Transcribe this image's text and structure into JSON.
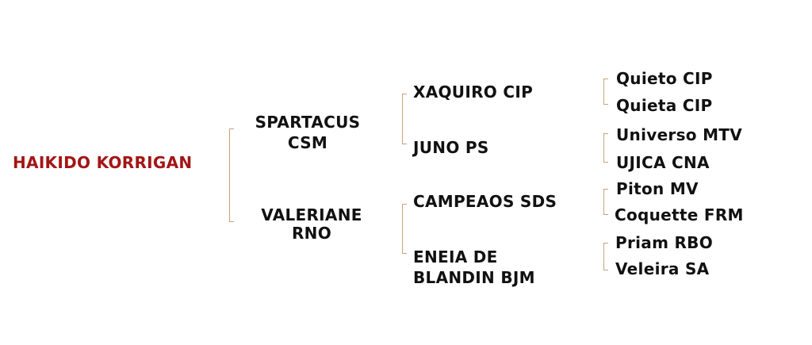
{
  "pedigree": {
    "root": {
      "name": "HAIKIDO KORRIGAN"
    },
    "sire": {
      "line1": "SPARTACUS",
      "line2": "CSM"
    },
    "dam": {
      "line1": "VALERIANE",
      "line2": "RNO"
    },
    "sire_sire": {
      "name": "XAQUIRO CIP"
    },
    "sire_dam": {
      "name": "JUNO PS"
    },
    "dam_sire": {
      "name": "CAMPEAOS SDS"
    },
    "dam_dam": {
      "line1": "ENEIA DE",
      "line2": "BLANDIN BJM"
    },
    "ggen": [
      "Quieto CIP",
      "Quieta CIP",
      "Universo MTV",
      "UJICA CNA",
      "Piton MV",
      "Coquette FRM",
      "Priam RBO",
      "Veleira SA"
    ]
  },
  "colors": {
    "root_text": "#a31515",
    "text": "#111111",
    "bracket": "#c8a27a",
    "background": "#ffffff"
  }
}
